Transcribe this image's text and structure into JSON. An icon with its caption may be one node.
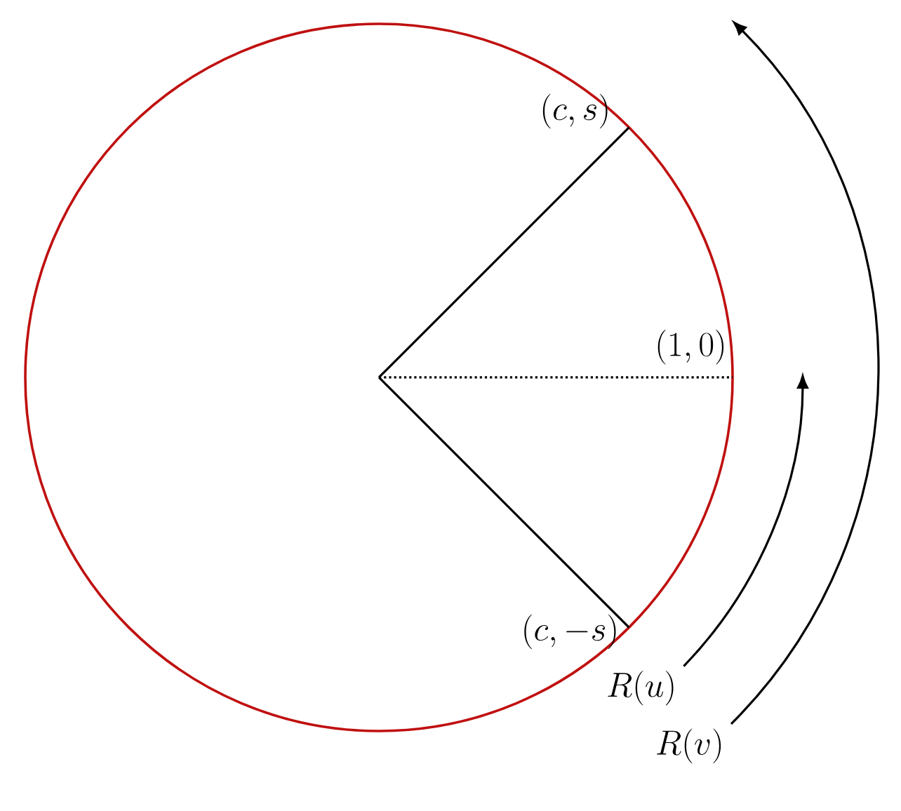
{
  "diagram": {
    "nodes": [
      {
        "text": [
          "R(u)"
        ]
      },
      {
        "text": [
          "R(v)"
        ]
      }
    ],
    "edges": [
      {
        "from": 0,
        "to": null,
        "arrow": "to"
      },
      {
        "from": 1,
        "to": null,
        "arrow": "to"
      }
    ],
    "labels": [
      "(c,s)",
      "(1,0)",
      "(c,-s)"
    ]
  }
}
